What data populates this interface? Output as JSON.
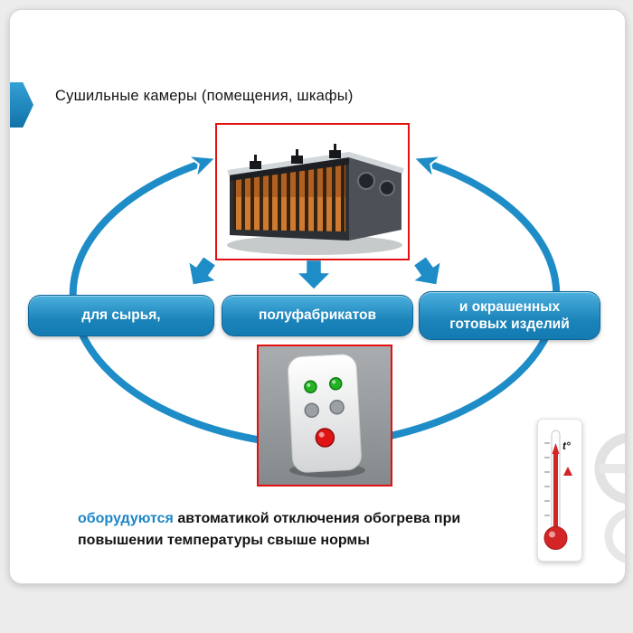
{
  "slide": {
    "title": "Сушильные камеры (помещения, шкафы)",
    "boxes": [
      {
        "label": "для сырья,"
      },
      {
        "label": "полуфабрикатов"
      },
      {
        "label": "и окрашенных готовых изделий"
      }
    ],
    "footer": {
      "highlight": "оборудуются",
      "text": "автоматикой отключения обогрева при повышении температуры свыше нормы"
    },
    "thermometer": {
      "label": "t°"
    },
    "icons": {
      "chamber": "drying-chamber-photo",
      "controller": "temperature-controller-photo",
      "thermometer": "thermometer-icon"
    },
    "colors": {
      "accent_blue": "#1e8dc7",
      "frame_red": "#e41010",
      "thermometer_red": "#d32525"
    }
  }
}
